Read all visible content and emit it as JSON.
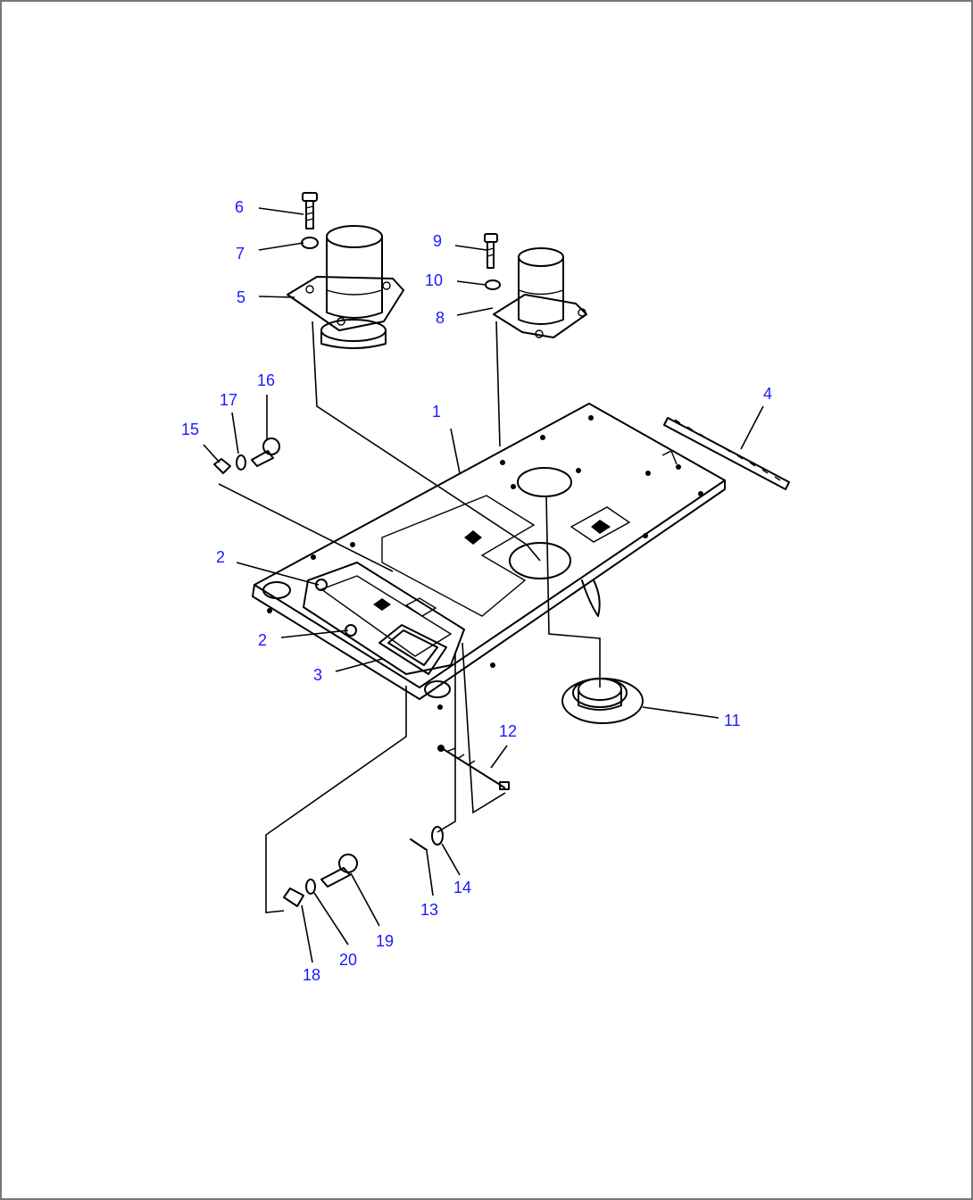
{
  "callouts": [
    {
      "id": "1",
      "label": "1"
    },
    {
      "id": "2a",
      "label": "2"
    },
    {
      "id": "2b",
      "label": "2"
    },
    {
      "id": "3",
      "label": "3"
    },
    {
      "id": "4",
      "label": "4"
    },
    {
      "id": "5",
      "label": "5"
    },
    {
      "id": "6",
      "label": "6"
    },
    {
      "id": "7",
      "label": "7"
    },
    {
      "id": "8",
      "label": "8"
    },
    {
      "id": "9",
      "label": "9"
    },
    {
      "id": "10",
      "label": "10"
    },
    {
      "id": "11",
      "label": "11"
    },
    {
      "id": "12",
      "label": "12"
    },
    {
      "id": "13",
      "label": "13"
    },
    {
      "id": "14",
      "label": "14"
    },
    {
      "id": "15",
      "label": "15"
    },
    {
      "id": "16",
      "label": "16"
    },
    {
      "id": "17",
      "label": "17"
    },
    {
      "id": "18",
      "label": "18"
    },
    {
      "id": "19",
      "label": "19"
    },
    {
      "id": "20",
      "label": "20"
    }
  ],
  "colors": {
    "callout": "#1a1aff",
    "line": "#000000",
    "border": "#777777"
  }
}
